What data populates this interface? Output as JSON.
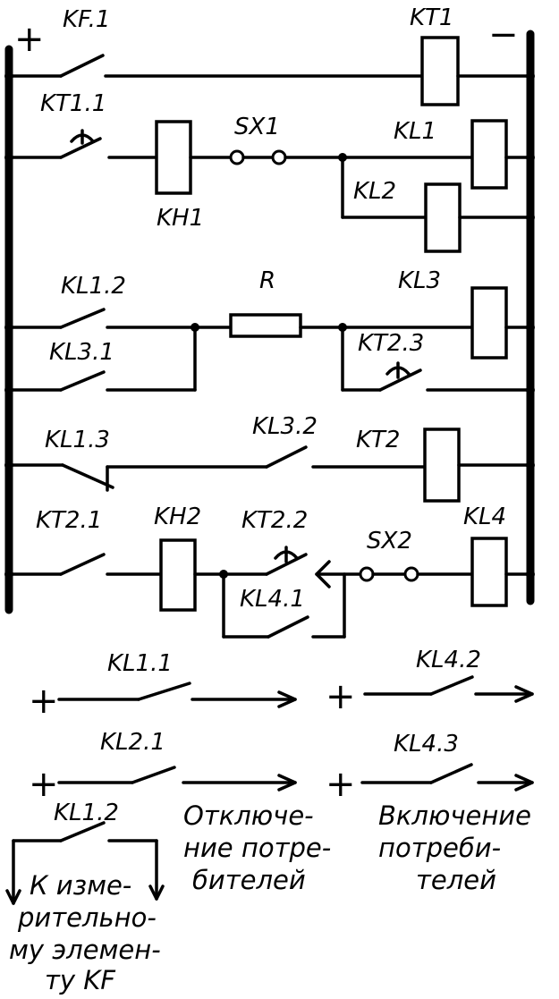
{
  "signs": {
    "plus": "+",
    "minus": "−",
    "out_plus_1": "+",
    "out_plus_2": "+",
    "out_plus_3": "+",
    "out_plus_4": "+"
  },
  "labels": {
    "kf1": "KF.1",
    "kt1": "KT1",
    "kt1_1": "KT1.1",
    "sx1": "SX1",
    "kl1": "KL1",
    "kl2": "KL2",
    "kh1": "KH1",
    "kl1_2": "KL1.2",
    "r": "R",
    "kl3": "KL3",
    "kl3_1": "KL3.1",
    "kt2_3": "KT2.3",
    "kl1_3": "KL1.3",
    "kl3_2": "KL3.2",
    "kt2": "KT2",
    "kt2_1": "KT2.1",
    "kh2": "KH2",
    "kt2_2": "KT2.2",
    "sx2": "SX2",
    "kl4": "KL4",
    "kl4_1": "KL4.1",
    "kl1_1": "KL1.1",
    "kl4_2": "KL4.2",
    "kl2_1": "KL2.1",
    "kl4_3": "KL4.3",
    "kl1_2_bottom": "KL1.2"
  },
  "captions": {
    "off_line1": "Отключе-",
    "off_line2": "ние потре-",
    "off_line3": "бителей",
    "on_line1": "Включение",
    "on_line2": "потреби-",
    "on_line3": "телей",
    "meas_line1": "К изме-",
    "meas_line2": "рительно-",
    "meas_line3": "му элемен-",
    "meas_line4": "ту KF"
  }
}
